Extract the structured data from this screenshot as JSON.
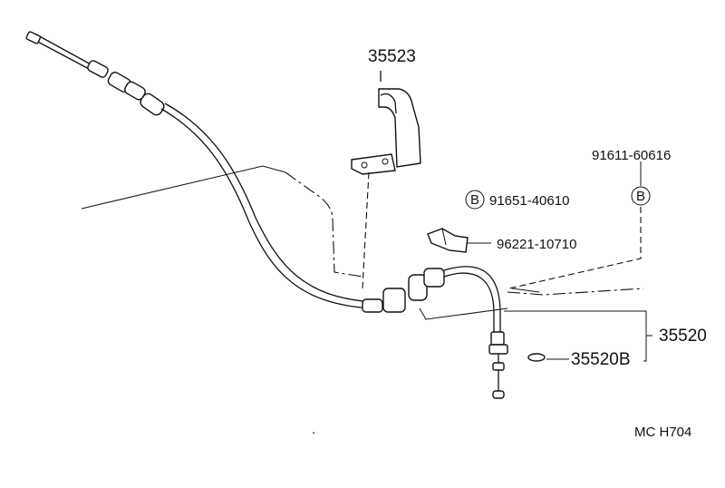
{
  "diagram": {
    "parts": {
      "bracket": "35523",
      "bolt_top": "91611-60616",
      "bolt_mid": "91651-40610",
      "clamp": "96221-10710",
      "cable_assy": "35520",
      "oring": "35520B"
    },
    "bolt_symbol": "B",
    "footer_code": "MC  H704",
    "dot": "."
  }
}
